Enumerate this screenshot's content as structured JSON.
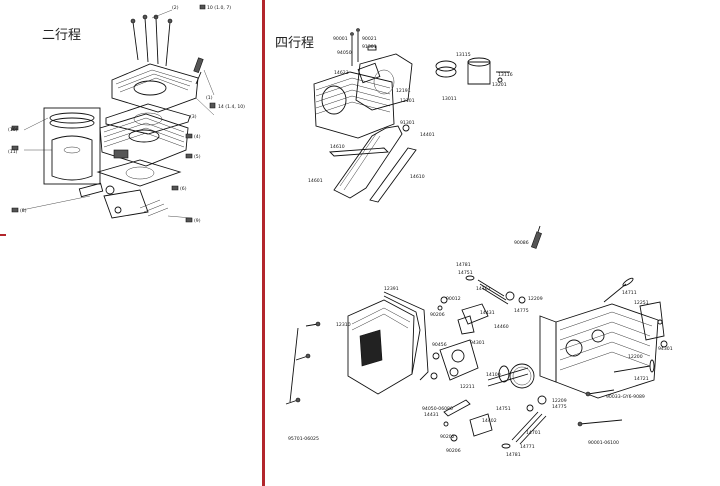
{
  "left_section": {
    "title": "二行程",
    "labels": [
      "(2)",
      "10 (1.0, 7)",
      "(1)",
      "14 (1.4, 10)",
      "(3)",
      "(4)",
      "(5)",
      "(10)",
      "(11)",
      "(6)",
      "(8)",
      "(9)"
    ]
  },
  "right_top": {
    "title": "四行程",
    "labels": [
      "90001",
      "90021",
      "91301",
      "94050",
      "14623",
      "12191",
      "12101",
      "13115",
      "13116",
      "13011",
      "13201",
      "91301",
      "14401",
      "14610",
      "14601",
      "14610"
    ]
  },
  "right_bottom": {
    "labels": [
      "90086",
      "14781",
      "14751",
      "14761",
      "90012",
      "12209",
      "90206",
      "14775",
      "14431",
      "14460",
      "12391",
      "12310",
      "14711",
      "12251",
      "12200",
      "90456",
      "94301",
      "12211",
      "14100",
      "94301",
      "14721",
      "90033-GY6-9089",
      "12209",
      "94050-06080",
      "14431",
      "14751",
      "14775",
      "14402",
      "14701",
      "14771",
      "90202",
      "90206",
      "14781",
      "90001-06100",
      "95701-06025"
    ]
  },
  "colors": {
    "divider": "#b3262c",
    "ink": "#111111"
  }
}
